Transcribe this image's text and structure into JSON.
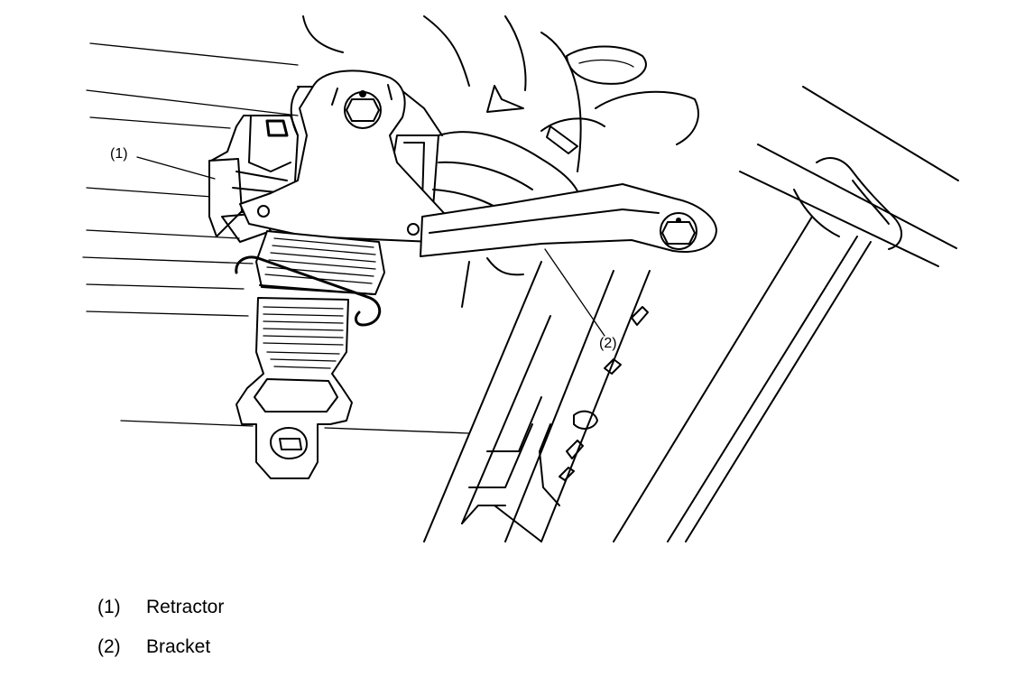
{
  "callouts": {
    "one": "(1)",
    "two": "(2)"
  },
  "legend": [
    {
      "num": "(1)",
      "label": "Retractor"
    },
    {
      "num": "(2)",
      "label": "Bracket"
    }
  ],
  "colors": {
    "line": "#000000",
    "background": "#ffffff"
  }
}
